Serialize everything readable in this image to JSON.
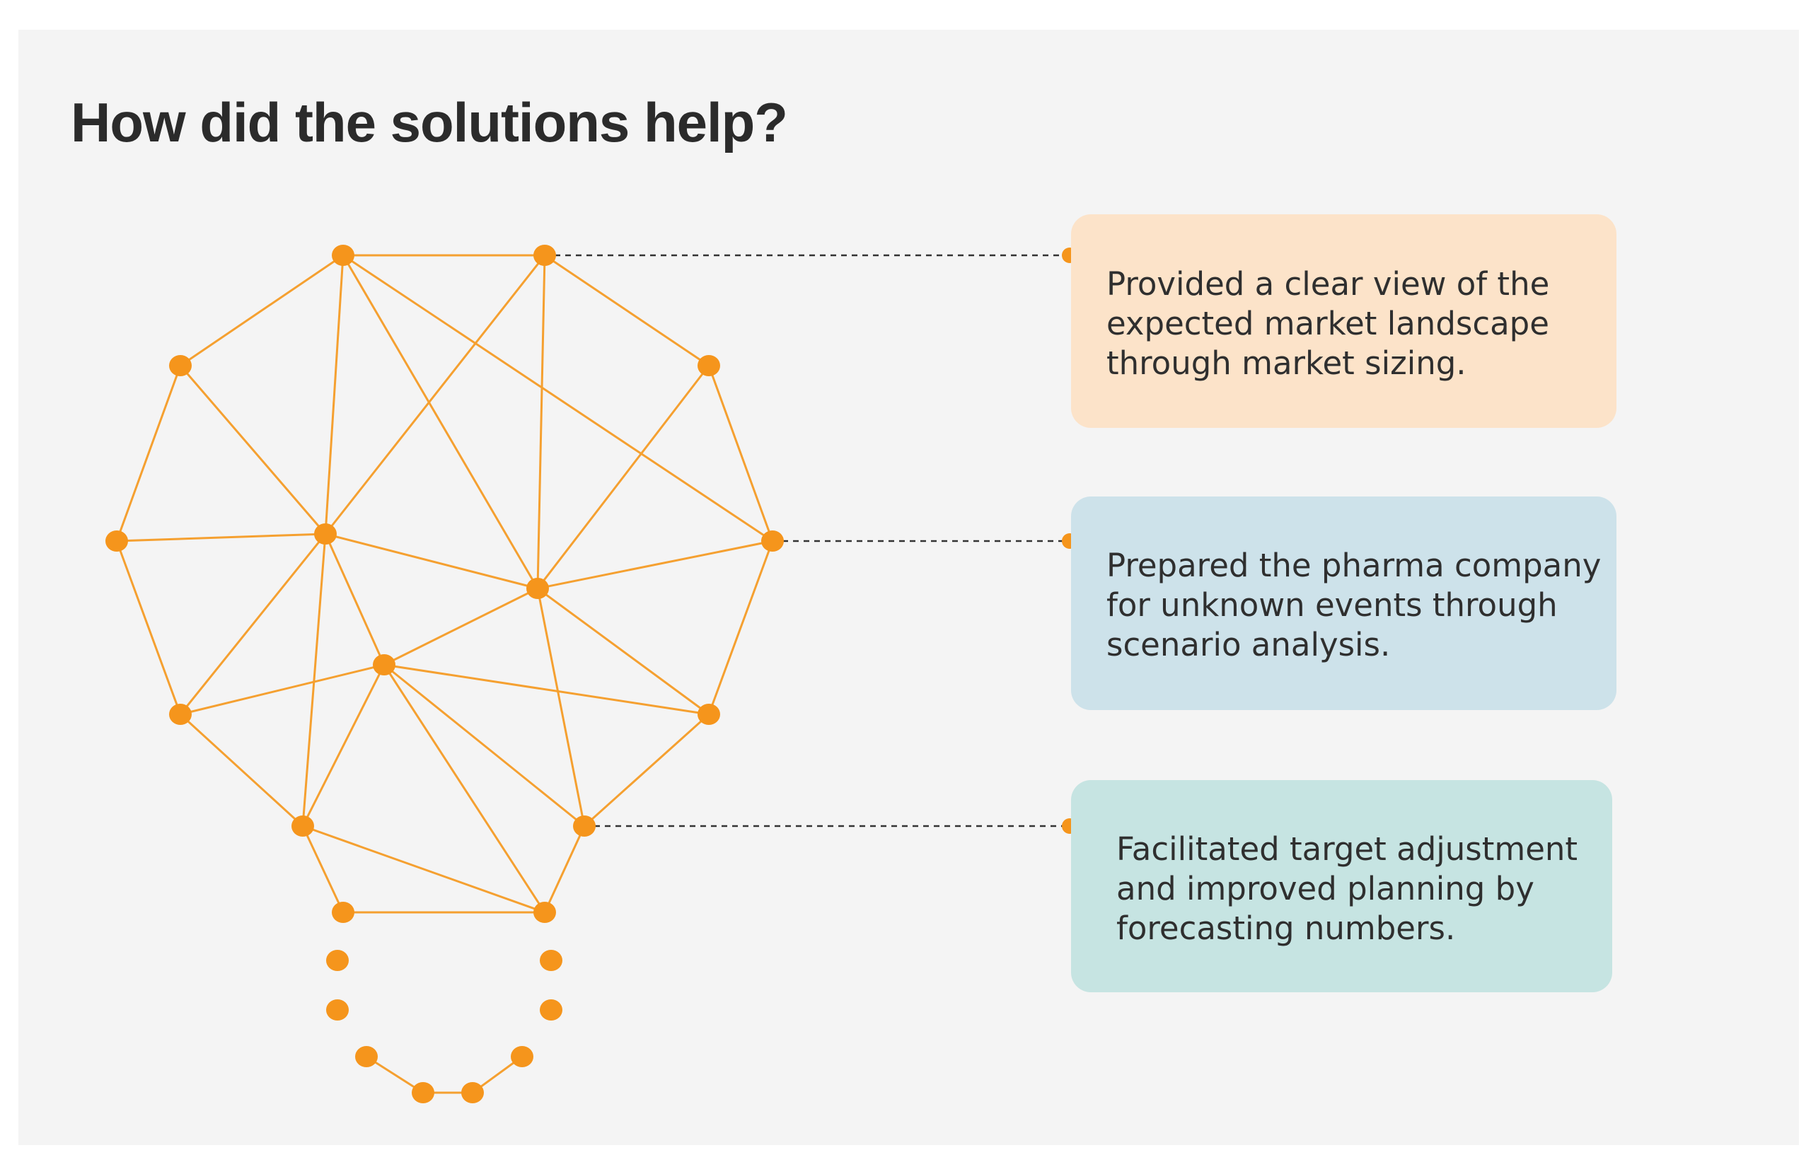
{
  "title": "How did the solutions help?",
  "colors": {
    "background": "#f4f4f4",
    "node": "#f5951c",
    "edge": "#f5a030",
    "connector": "#333333",
    "title": "#2b2b2b"
  },
  "cards": [
    {
      "text": "Provided a clear view of the\nexpected market landscape\nthrough market sizing.",
      "color": "#fce3c9"
    },
    {
      "text": "Prepared the pharma company\nfor unknown events through\nscenario analysis.",
      "color": "#cde2ea"
    },
    {
      "text": "Facilitated target adjustment\nand improved planning by\nforecasting numbers.",
      "color": "#c6e4e2"
    }
  ]
}
